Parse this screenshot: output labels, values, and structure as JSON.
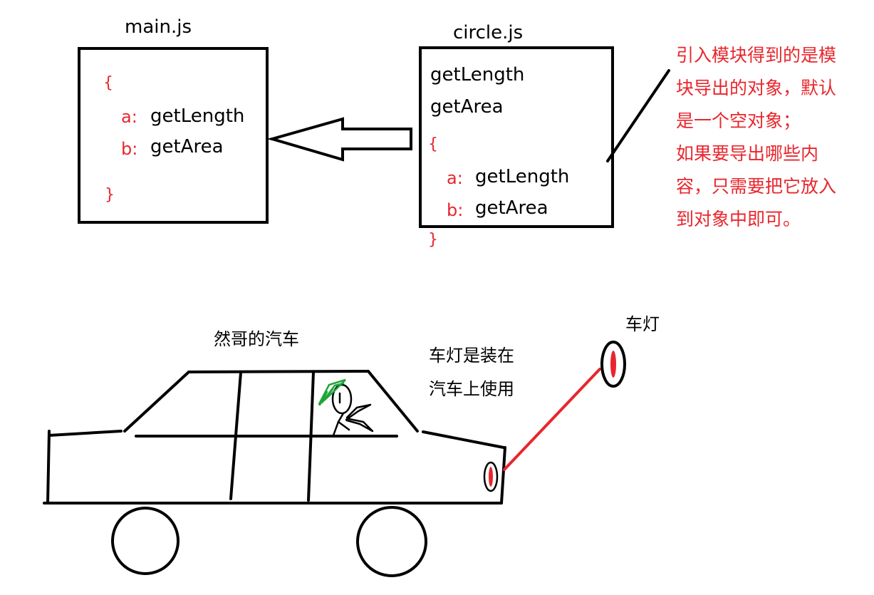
{
  "colors": {
    "ink": "#000000",
    "accent": "#e8262d",
    "hair": "#1fa43a"
  },
  "main_module": {
    "title": "main.js",
    "open_brace": "{",
    "close_brace": "}",
    "entries": [
      {
        "key": "a:",
        "value": "getLength"
      },
      {
        "key": "b:",
        "value": "getArea"
      }
    ]
  },
  "circle_module": {
    "title": "circle.js",
    "functions": [
      "getLength",
      "getArea"
    ],
    "open_brace": "{",
    "close_brace": "}",
    "entries": [
      {
        "key": "a:",
        "value": "getLength"
      },
      {
        "key": "b:",
        "value": "getArea"
      }
    ]
  },
  "note": {
    "lines": [
      "引入模块得到的是模",
      "块导出的对象，默认",
      "是一个空对象；",
      "如果要导出哪些内",
      "容，只需要把它放入",
      "到对象中即可。"
    ]
  },
  "car_scene": {
    "car_label": "然哥的汽车",
    "usage_label_lines": [
      "车灯是装在",
      "汽车上使用"
    ],
    "light_label": "车灯"
  }
}
